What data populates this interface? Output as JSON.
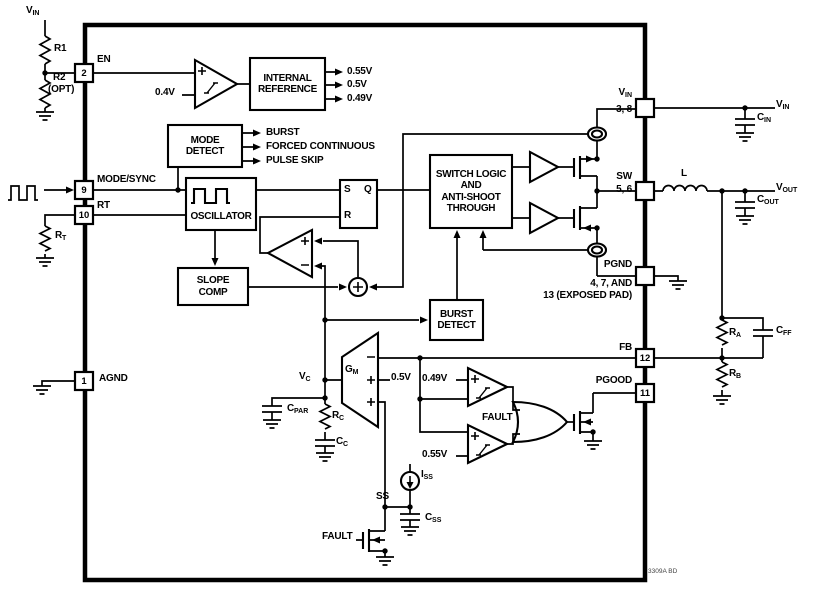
{
  "chip": {
    "code": "3309A BD"
  },
  "pins": {
    "en": {
      "num": "2",
      "label": "EN"
    },
    "modesync": {
      "num": "9",
      "label": "MODE/SYNC"
    },
    "rt": {
      "num": "10",
      "label": "RT"
    },
    "agnd": {
      "num": "1",
      "label": "AGND"
    },
    "vin": {
      "label_main": "V",
      "label_sub": "IN",
      "nums": "3, 8"
    },
    "sw": {
      "label": "SW",
      "nums": "5, 6"
    },
    "pgnd": {
      "label": "PGND",
      "nums": "4, 7, AND",
      "pad": "13 (EXPOSED PAD)"
    },
    "fb": {
      "num": "12",
      "label": "FB"
    },
    "pgood": {
      "num": "11",
      "label": "PGOOD"
    }
  },
  "blocks": {
    "internal_reference": "INTERNAL\nREFERENCE",
    "mode_detect": "MODE\nDETECT",
    "oscillator": "OSCILLATOR",
    "slope_comp": "SLOPE\nCOMP",
    "switch_logic": "SWITCH LOGIC\nAND\nANTI-SHOOT\nTHROUGH",
    "burst_detect": "BURST\nDETECT",
    "latch": {
      "s": "S",
      "q": "Q",
      "r": "R"
    }
  },
  "signals": {
    "ref_outputs": [
      "0.55V",
      "0.5V",
      "0.49V"
    ],
    "mode_outputs": [
      "BURST",
      "FORCED CONTINUOUS",
      "PULSE SKIP"
    ],
    "en_threshold": "0.4V",
    "gm_ref": "0.5V",
    "pgood_low": "0.49V",
    "pgood_high": "0.55V",
    "fault": "FAULT",
    "ss": "SS",
    "vc": {
      "main": "V",
      "sub": "C"
    },
    "gm": {
      "main": "G",
      "sub": "M"
    }
  },
  "external": {
    "vin_top": {
      "main": "V",
      "sub": "IN"
    },
    "r1": "R1",
    "r2": "R2",
    "r2_opt": "(OPT)",
    "rt": {
      "main": "R",
      "sub": "T"
    },
    "vin_right": {
      "main": "V",
      "sub": "IN"
    },
    "cin": {
      "main": "C",
      "sub": "IN"
    },
    "inductor": "L",
    "vout": {
      "main": "V",
      "sub": "OUT"
    },
    "cout": {
      "main": "C",
      "sub": "OUT"
    },
    "ra": {
      "main": "R",
      "sub": "A"
    },
    "rb": {
      "main": "R",
      "sub": "B"
    },
    "cff": {
      "main": "C",
      "sub": "FF"
    },
    "cpar": {
      "main": "C",
      "sub": "PAR"
    },
    "rc": {
      "main": "R",
      "sub": "C"
    },
    "cc": {
      "main": "C",
      "sub": "C"
    },
    "iss": {
      "main": "I",
      "sub": "SS"
    },
    "css": {
      "main": "C",
      "sub": "SS"
    }
  }
}
